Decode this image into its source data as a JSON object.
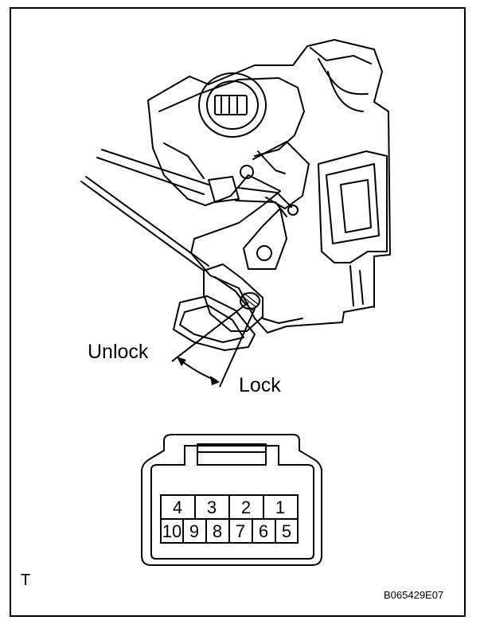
{
  "labels": {
    "unlock": "Unlock",
    "lock": "Lock",
    "corner_mark": "T",
    "figure_code": "B065429E07"
  },
  "connector": {
    "top_row_pins": [
      "4",
      "3",
      "2",
      "1"
    ],
    "bottom_row_pins": [
      "10",
      "9",
      "8",
      "7",
      "6",
      "5"
    ]
  }
}
